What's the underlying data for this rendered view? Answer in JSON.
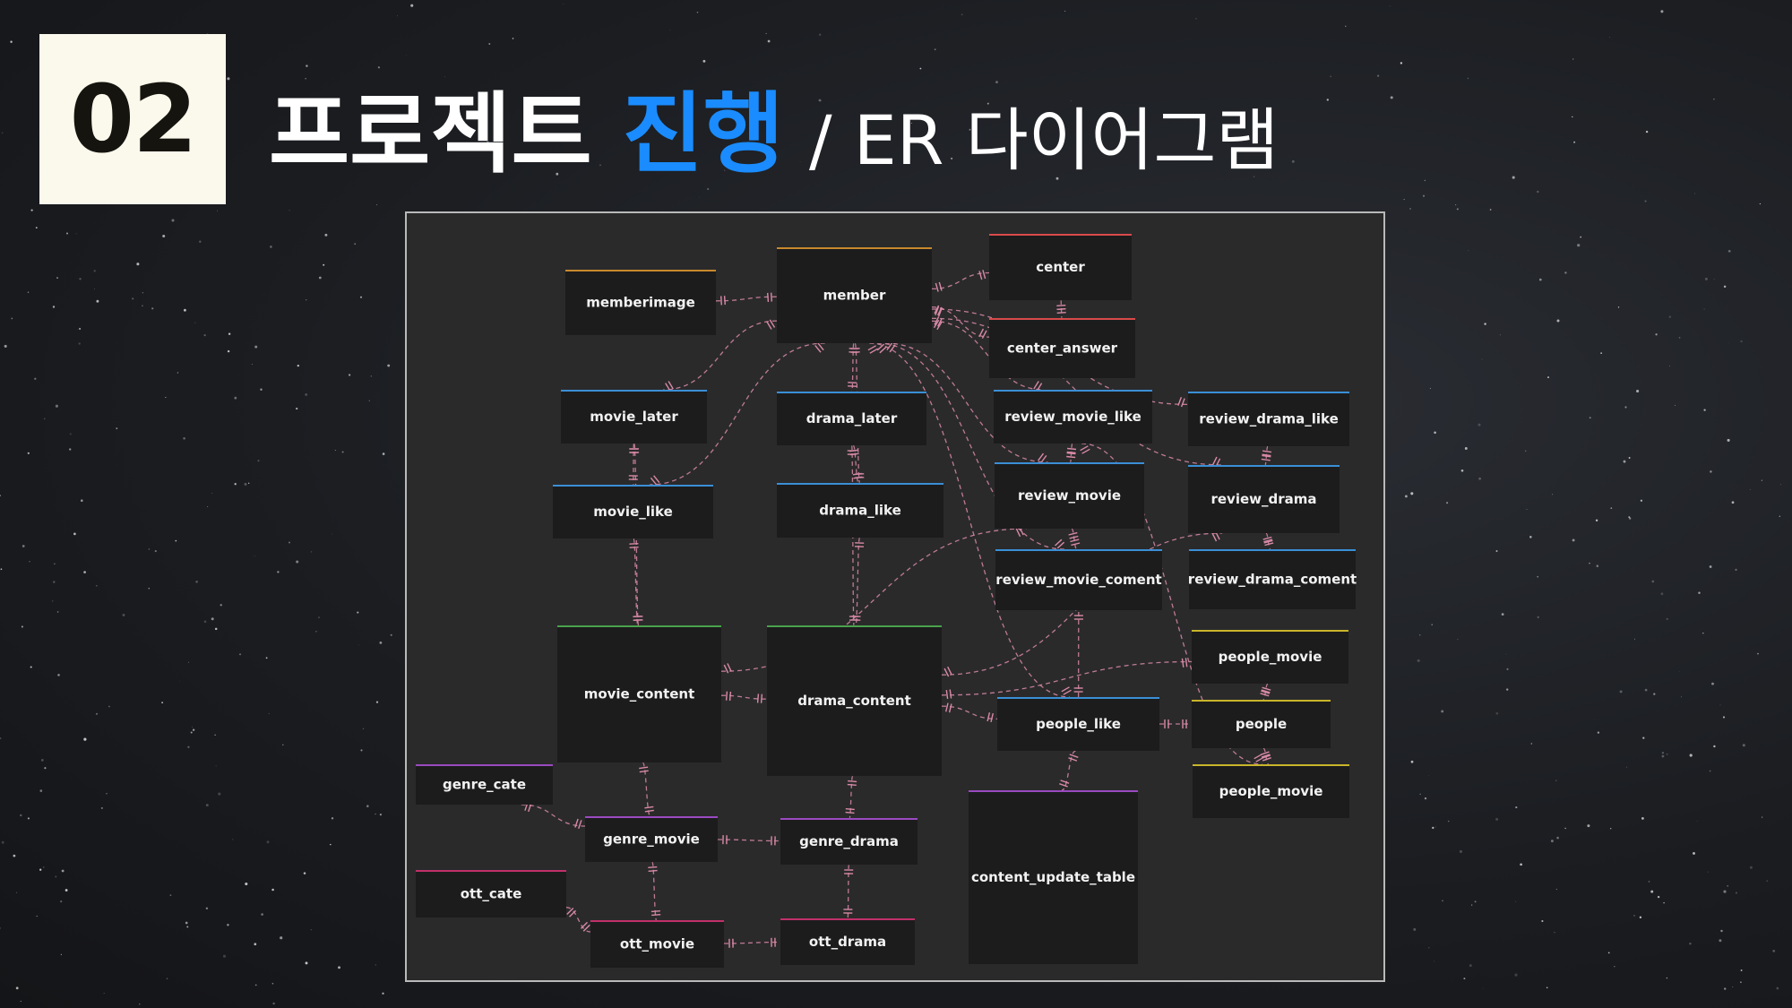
{
  "slide": {
    "number": "02",
    "title_main": "프로젝트",
    "title_highlight": "진행",
    "title_sub": "/ ER 다이어그램"
  },
  "colors": {
    "highlight": "#1a8cff",
    "badge_bg": "#fbf8ec",
    "entity_bg": "#1c1c1d",
    "relation_line": "#d98aa6"
  },
  "diagram": {
    "entities": [
      {
        "id": "memberimage",
        "label": "memberimage",
        "accent": "#c8892c"
      },
      {
        "id": "member",
        "label": "member",
        "accent": "#c8892c"
      },
      {
        "id": "center",
        "label": "center",
        "accent": "#d94a4a"
      },
      {
        "id": "center_answer",
        "label": "center_answer",
        "accent": "#d94a4a"
      },
      {
        "id": "movie_later",
        "label": "movie_later",
        "accent": "#3a8fd6"
      },
      {
        "id": "drama_later",
        "label": "drama_later",
        "accent": "#3a8fd6"
      },
      {
        "id": "review_movie_like",
        "label": "review_movie_like",
        "accent": "#3a8fd6"
      },
      {
        "id": "review_drama_like",
        "label": "review_drama_like",
        "accent": "#3a8fd6"
      },
      {
        "id": "movie_like",
        "label": "movie_like",
        "accent": "#3a8fd6"
      },
      {
        "id": "drama_like",
        "label": "drama_like",
        "accent": "#3a8fd6"
      },
      {
        "id": "review_movie",
        "label": "review_movie",
        "accent": "#3a8fd6"
      },
      {
        "id": "review_drama",
        "label": "review_drama",
        "accent": "#3a8fd6"
      },
      {
        "id": "review_movie_coment",
        "label": "review_movie_coment",
        "accent": "#3a8fd6"
      },
      {
        "id": "review_drama_coment",
        "label": "review_drama_coment",
        "accent": "#3a8fd6"
      },
      {
        "id": "movie_content",
        "label": "movie_content",
        "accent": "#4aa24a"
      },
      {
        "id": "drama_content",
        "label": "drama_content",
        "accent": "#4aa24a"
      },
      {
        "id": "people_movie_1",
        "label": "people_movie",
        "accent": "#c9b52a"
      },
      {
        "id": "people_like",
        "label": "people_like",
        "accent": "#3a8fd6"
      },
      {
        "id": "people",
        "label": "people",
        "accent": "#c9b52a"
      },
      {
        "id": "people_movie_2",
        "label": "people_movie",
        "accent": "#c9b52a"
      },
      {
        "id": "genre_cate",
        "label": "genre_cate",
        "accent": "#9a4ac0"
      },
      {
        "id": "genre_movie",
        "label": "genre_movie",
        "accent": "#9a4ac0"
      },
      {
        "id": "genre_drama",
        "label": "genre_drama",
        "accent": "#9a4ac0"
      },
      {
        "id": "content_update_table",
        "label": "content_update_table",
        "accent": "#9a4ac0"
      },
      {
        "id": "ott_cate",
        "label": "ott_cate",
        "accent": "#c0306a"
      },
      {
        "id": "ott_movie",
        "label": "ott_movie",
        "accent": "#c0306a"
      },
      {
        "id": "ott_drama",
        "label": "ott_drama",
        "accent": "#c0306a"
      }
    ],
    "relations": [
      [
        "memberimage",
        "member"
      ],
      [
        "member",
        "center"
      ],
      [
        "member",
        "center_answer"
      ],
      [
        "center",
        "center_answer"
      ],
      [
        "member",
        "movie_later"
      ],
      [
        "member",
        "drama_later"
      ],
      [
        "member",
        "review_movie_like"
      ],
      [
        "member",
        "review_drama_like"
      ],
      [
        "member",
        "movie_like"
      ],
      [
        "member",
        "drama_like"
      ],
      [
        "member",
        "review_movie"
      ],
      [
        "member",
        "review_drama"
      ],
      [
        "member",
        "review_movie_coment"
      ],
      [
        "member",
        "people_like"
      ],
      [
        "review_movie_like",
        "review_movie"
      ],
      [
        "review_drama_like",
        "review_drama"
      ],
      [
        "review_movie",
        "review_movie_coment"
      ],
      [
        "review_drama",
        "review_drama_coment"
      ],
      [
        "movie_later",
        "movie_like"
      ],
      [
        "drama_later",
        "drama_like"
      ],
      [
        "movie_like",
        "movie_content"
      ],
      [
        "movie_later",
        "movie_content"
      ],
      [
        "drama_like",
        "drama_content"
      ],
      [
        "drama_later",
        "drama_content"
      ],
      [
        "movie_content",
        "drama_content"
      ],
      [
        "movie_content",
        "review_movie"
      ],
      [
        "drama_content",
        "review_drama"
      ],
      [
        "drama_content",
        "people_movie_1"
      ],
      [
        "drama_content",
        "people_like"
      ],
      [
        "people_movie_1",
        "people"
      ],
      [
        "people",
        "people_movie_2"
      ],
      [
        "people_like",
        "people"
      ],
      [
        "people_like",
        "review_movie_coment"
      ],
      [
        "people_like",
        "content_update_table"
      ],
      [
        "movie_content",
        "genre_movie"
      ],
      [
        "genre_cate",
        "genre_movie"
      ],
      [
        "genre_movie",
        "genre_drama"
      ],
      [
        "drama_content",
        "genre_drama"
      ],
      [
        "genre_movie",
        "ott_movie"
      ],
      [
        "ott_cate",
        "ott_movie"
      ],
      [
        "ott_movie",
        "ott_drama"
      ],
      [
        "genre_drama",
        "ott_drama"
      ],
      [
        "review_movie_like",
        "people_movie_2"
      ]
    ]
  }
}
